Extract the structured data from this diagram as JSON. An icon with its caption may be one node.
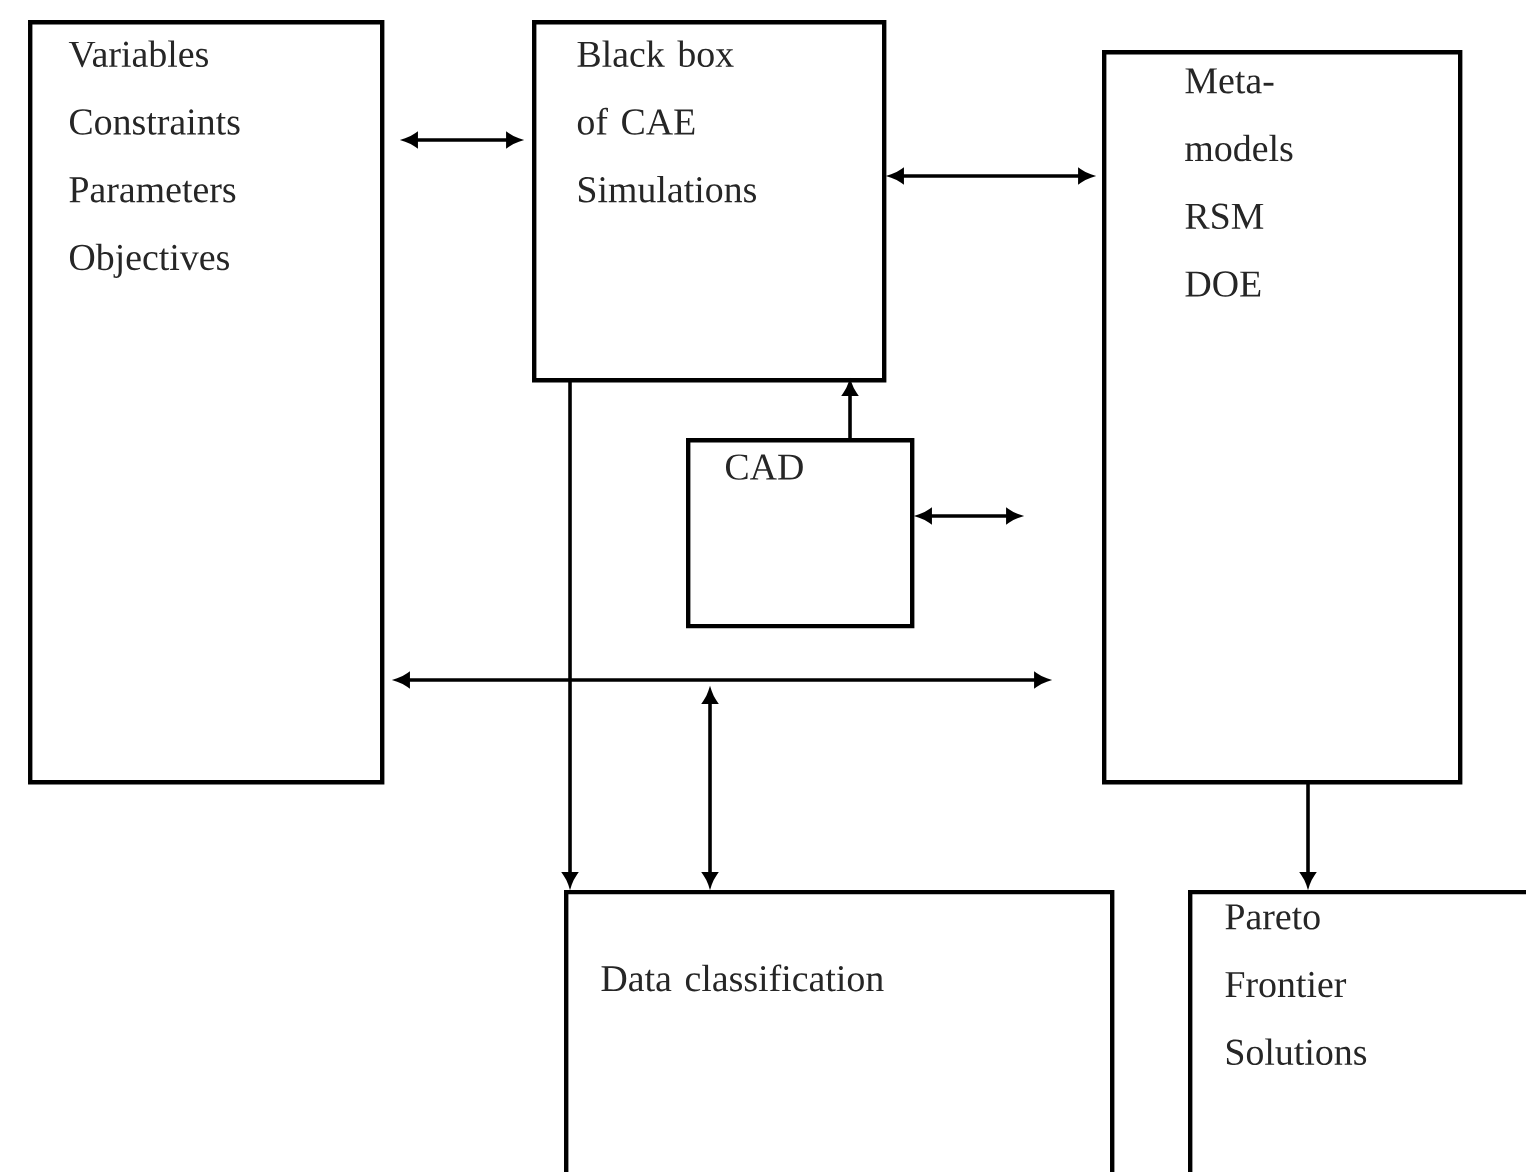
{
  "diagram": {
    "nodes": [
      {
        "text": [
          "Variables",
          "Constraints",
          "Parameters",
          "Objectives"
        ]
      },
      {
        "text": [
          "Black box of CAE Simulations"
        ]
      },
      {
        "text": [
          "Meta- models",
          "RSM",
          "DOE"
        ]
      },
      {
        "text": [
          "CAD"
        ]
      },
      {
        "text": [
          "Data classification"
        ]
      },
      {
        "text": [
          "Pareto Frontier Solutions"
        ]
      }
    ],
    "edges": [
      {
        "from": 0,
        "to": 1,
        "arrow": "both"
      },
      {
        "from": 1,
        "to": 2,
        "arrow": "both"
      },
      {
        "from": 3,
        "to": 1,
        "arrow": "to"
      },
      {
        "from": 3,
        "to": null,
        "arrow": "both"
      },
      {
        "from": 0,
        "to": 2,
        "arrow": "both"
      },
      {
        "from": 1,
        "to": 4,
        "arrow": "to"
      },
      {
        "from": null,
        "to": 4,
        "arrow": "both"
      },
      {
        "from": 2,
        "to": 5,
        "arrow": "to"
      }
    ]
  }
}
